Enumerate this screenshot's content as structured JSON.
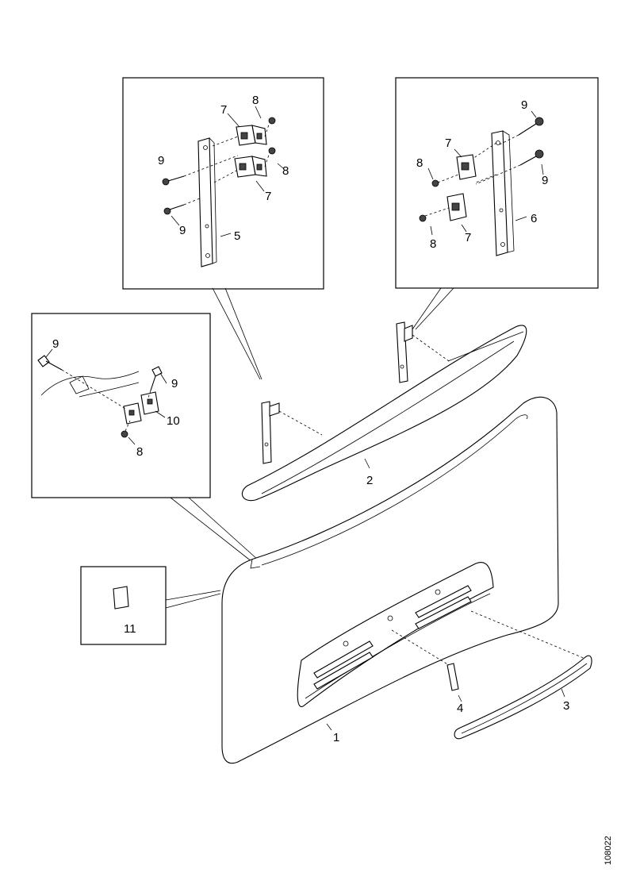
{
  "callouts": {
    "c1": "1",
    "c2": "2",
    "c3": "3",
    "c4": "4",
    "c5": "5",
    "c6": "6",
    "box1_7a": "7",
    "box1_7b": "7",
    "box1_8a": "8",
    "box1_8b": "8",
    "box1_9a": "9",
    "box1_9b": "9",
    "box2_9a": "9",
    "box2_9b": "9",
    "box2_7a": "7",
    "box2_7b": "7",
    "box2_8a": "8",
    "box2_8b": "8",
    "box3_9a": "9",
    "box3_9b": "9",
    "box3_10": "10",
    "box3_8": "8",
    "c11": "11"
  },
  "figure_id": "108022"
}
